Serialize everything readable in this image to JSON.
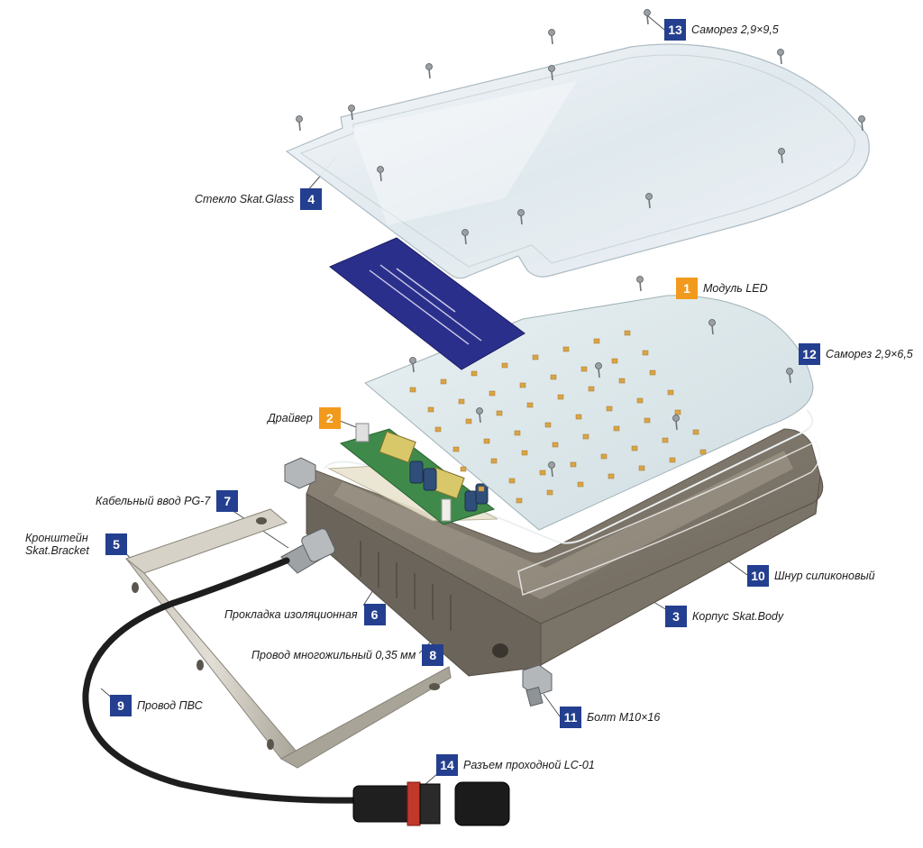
{
  "colors": {
    "badge_blue": "#243f8f",
    "badge_orange": "#f29a1d",
    "leader_line": "#555555",
    "glass": "#e4edf2",
    "pcb": "#dfe9ec",
    "led": "#d9a545",
    "body": "#8e867a",
    "bracket": "#bdb8ad",
    "label_card": "#2b2f8c"
  },
  "parts": [
    {
      "num": "1",
      "label": "Модуль LED"
    },
    {
      "num": "2",
      "label": "Драйвер"
    },
    {
      "num": "3",
      "label": "Корпус Skat.Body"
    },
    {
      "num": "4",
      "label": "Стекло Skat.Glass"
    },
    {
      "num": "5",
      "label": "Кронштейн Skat.Bracket"
    },
    {
      "num": "6",
      "label": "Прокладка изоляционная"
    },
    {
      "num": "7",
      "label": "Кабельный ввод PG-7"
    },
    {
      "num": "8",
      "label": "Провод многожильный 0,35 мм"
    },
    {
      "num": "9",
      "label": "Провод ПВС"
    },
    {
      "num": "10",
      "label": "Шнур силиконовый"
    },
    {
      "num": "11",
      "label": "Болт М10×16"
    },
    {
      "num": "12",
      "label": "Саморез 2,9×6,5"
    },
    {
      "num": "13",
      "label": "Саморез 2,9×9,5"
    },
    {
      "num": "14",
      "label": "Разъем проходной LC-01"
    }
  ]
}
